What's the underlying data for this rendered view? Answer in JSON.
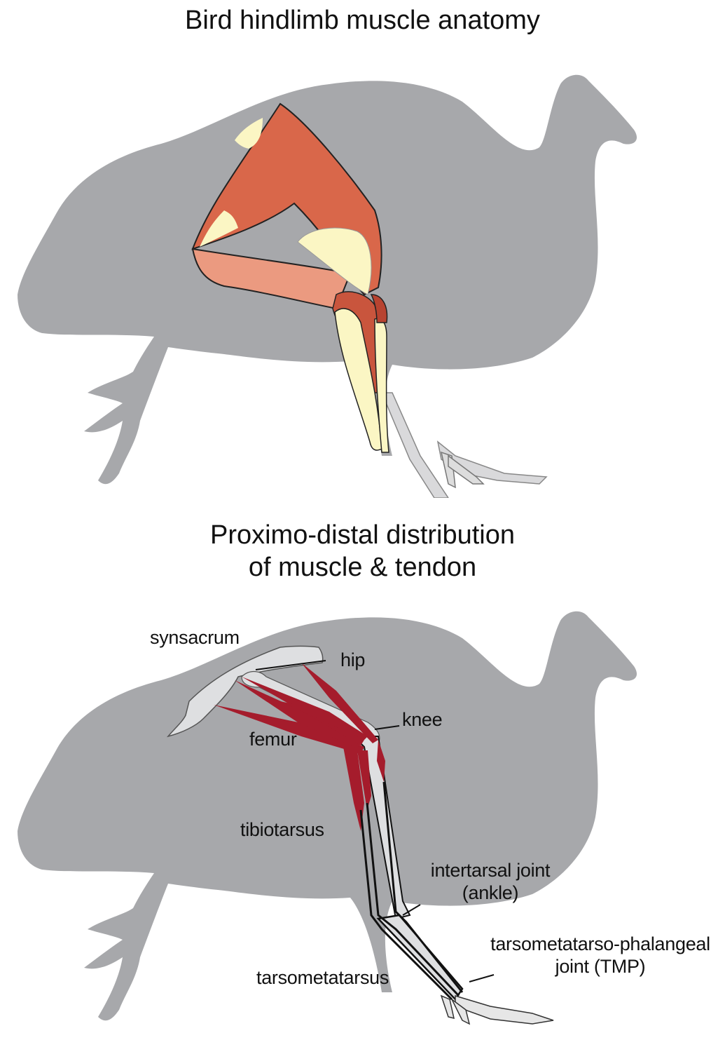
{
  "figure": {
    "panel_top": {
      "title": "Bird hindlimb muscle anatomy"
    },
    "panel_bottom": {
      "title_line1": "Proximo-distal distribution",
      "title_line2": "of muscle & tendon",
      "labels": {
        "synsacrum": "synsacrum",
        "hip": "hip",
        "knee": "knee",
        "femur": "femur",
        "tibiotarsus": "tibiotarsus",
        "intertarsal_line1": "intertarsal joint",
        "intertarsal_line2": "(ankle)",
        "tmp_line1": "tarsometatarso-phalangeal",
        "tmp_line2": "joint (TMP)",
        "tarsometatarsus": "tarsometatarsus"
      }
    },
    "colors": {
      "silhouette": "#a7a8ab",
      "muscle_top": "#d9674a",
      "muscle_light": "#eb9a80",
      "tendon_cream": "#fbf6c4",
      "muscle_bottom": "#a51c2c",
      "tendon_bottom": "#111111",
      "bone": "#d9d9db"
    }
  }
}
